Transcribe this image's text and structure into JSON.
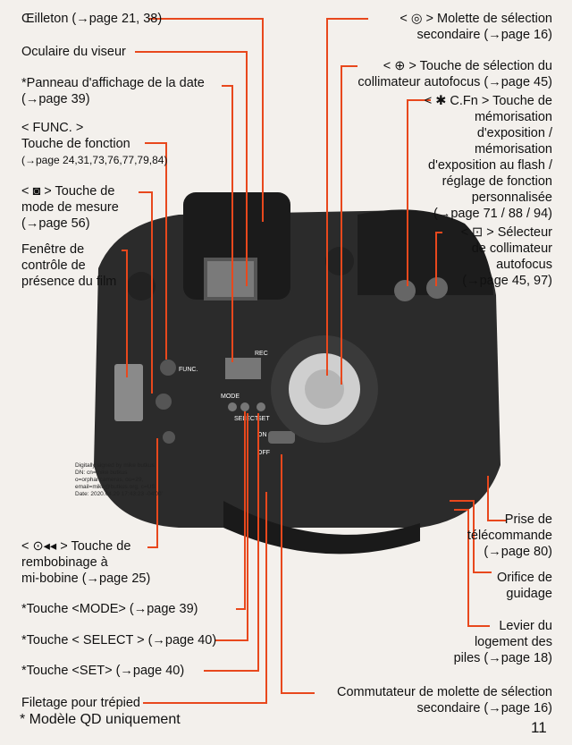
{
  "labels_left": {
    "oeilleton": "Œilleton (→page 21, 38)",
    "oculaire": "Oculaire du viseur",
    "panneau_1": "*Panneau d'affichage de la date",
    "panneau_2": "(→page 39)",
    "func_1": "< FUNC. >",
    "func_2": "Touche de fonction",
    "func_3": "(→page 24,31,73,76,77,79,84)",
    "mesure_1": "< ◙ > Touche de",
    "mesure_2": "mode de mesure",
    "mesure_3": "(→page 56)",
    "fenetre_1": "Fenêtre de",
    "fenetre_2": "contrôle de",
    "fenetre_3": "présence du film",
    "rembo_1": "< ⊙◂◂ > Touche de",
    "rembo_2": "rembobinage à",
    "rembo_3": "mi-bobine (→page 25)",
    "mode": "*Touche <MODE> (→page 39)",
    "select": "*Touche < SELECT > (→page 40)",
    "set": "*Touche <SET> (→page 40)",
    "filetage": "Filetage pour trépied"
  },
  "labels_right": {
    "molette_1": "< ◎ > Molette de sélection",
    "molette_2": "secondaire (→page 16)",
    "af_1": "< ⊕ > Touche de sélection du",
    "af_2": "collimateur autofocus (→page 45)",
    "cfn_1": "< ✱ C.Fn > Touche de",
    "cfn_2": "mémorisation",
    "cfn_3": "d'exposition /",
    "cfn_4": "mémorisation",
    "cfn_5": "d'exposition au flash /",
    "cfn_6": "réglage de fonction",
    "cfn_7": "personnalisée",
    "cfn_8": "(→page 71 / 88 / 94)",
    "selecteur_1": "< ⊡ > Sélecteur",
    "selecteur_2": "de collimateur",
    "selecteur_3": "autofocus",
    "selecteur_4": "(→page 45, 97)",
    "prise_1": "Prise de",
    "prise_2": "télécommande",
    "prise_3": "(→page 80)",
    "orifice_1": "Orifice de",
    "orifice_2": "guidage",
    "levier_1": "Levier du",
    "levier_2": "logement des",
    "levier_3": "piles (→page 18)",
    "commut_1": "Commutateur de molette de sélection",
    "commut_2": "secondaire (→page 16)"
  },
  "camera_text": {
    "rec": "REC",
    "func": "FUNC.",
    "mode": "MODE",
    "select": "SELECT",
    "set": "SET",
    "on": "ON",
    "off": "OFF"
  },
  "signature": {
    "line1": "Digitally signed by mike butkus",
    "line2": "DN: cn=mike butkus",
    "line3": "o=orphancameras, ou=29,",
    "line4": "email=mike@butkus.org, c=US",
    "line5": "Date: 2020.04.29 17:43:23 -04'00'"
  },
  "footnote": "* Modèle QD uniquement",
  "page_number": "11",
  "colors": {
    "leader": "#e8481d",
    "paper": "#f3f0ec",
    "camera_body": "#2a2a2a"
  }
}
